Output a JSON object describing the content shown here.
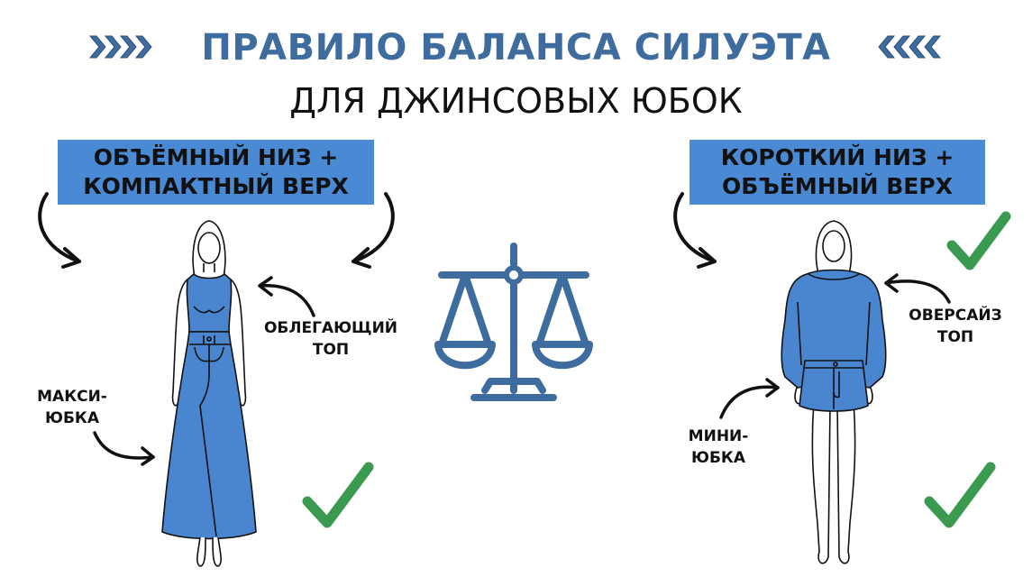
{
  "header": {
    "title": "ПРАВИЛО БАЛАНСА СИЛУЭТА",
    "subtitle": "ДЛЯ ДЖИНСОВЫХ ЮБОК",
    "left_decoration": "chevrons-right-icon",
    "right_decoration": "chevrons-left-icon"
  },
  "left_panel": {
    "heading_line1": "ОБЪЁМНЫЙ НИЗ +",
    "heading_line2": "КОМПАКТНЫЙ ВЕРХ",
    "top_label_line1": "ОБЛЕГАЮЩИЙ",
    "top_label_line2": "ТОП",
    "bottom_label_line1": "МАКСИ-",
    "bottom_label_line2": "ЮБКА",
    "check": "checkmark-icon"
  },
  "center": {
    "icon": "balance-scale-icon"
  },
  "right_panel": {
    "heading_line1": "КОРОТКИЙ НИЗ +",
    "heading_line2": "ОБЪЁМНЫЙ ВЕРХ",
    "top_label_line1": "ОВЕРСАЙЗ",
    "top_label_line2": "ТОП",
    "bottom_label_line1": "МИНИ-",
    "bottom_label_line2": "ЮБКА",
    "check": "checkmark-icon"
  },
  "colors": {
    "title_blue": "#3f6c9e",
    "box_blue": "#4a89d4",
    "denim_blue": "#4a86d0",
    "scale_blue": "#3f6c9e",
    "check_green": "#3a9a50",
    "ink": "#111111"
  }
}
